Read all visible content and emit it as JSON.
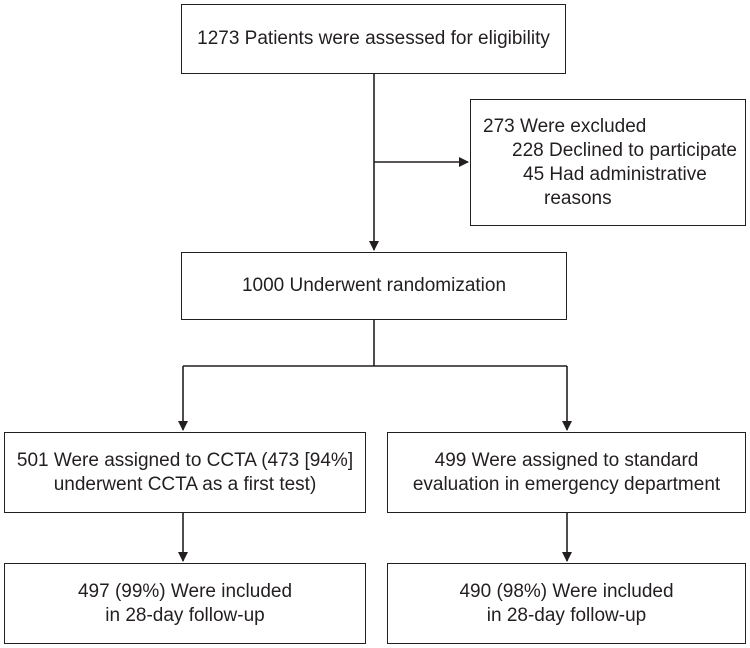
{
  "boxes": {
    "assessed": {
      "lines": [
        "1273 Patients were assessed for eligibility"
      ]
    },
    "excluded": {
      "title": "273 Were excluded",
      "items": [
        {
          "lines": [
            "228 Declined to participate"
          ]
        },
        {
          "lines": [
            "45 Had administrative",
            "reasons"
          ]
        }
      ]
    },
    "randomized": {
      "lines": [
        "1000 Underwent randomization"
      ]
    },
    "ccta_assigned": {
      "lines": [
        "501 Were assigned to CCTA (473 [94%]",
        "underwent CCTA as a first test)"
      ]
    },
    "standard_assigned": {
      "lines": [
        "499 Were assigned to standard",
        "evaluation in emergency department"
      ]
    },
    "ccta_followup": {
      "lines": [
        "497 (99%) Were included",
        "in 28-day follow-up"
      ]
    },
    "standard_followup": {
      "lines": [
        "490 (98%) Were included",
        "in 28-day follow-up"
      ]
    }
  },
  "colors": {
    "line": "#231f20",
    "background": "#ffffff"
  }
}
